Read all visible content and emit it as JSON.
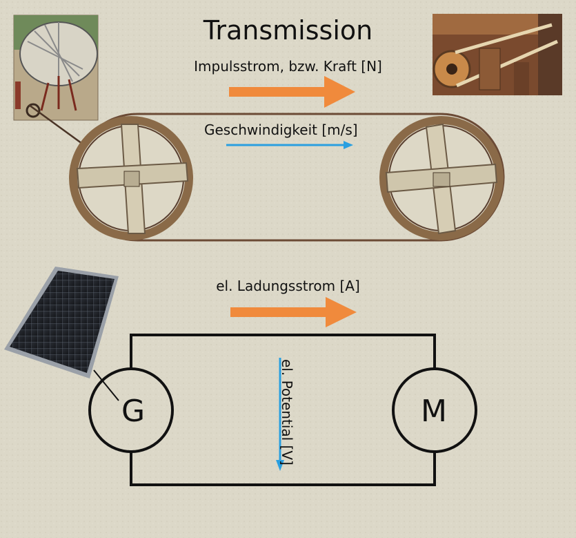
{
  "title": "Transmission",
  "mechanical": {
    "force_label": "Impulsstrom, bzw. Kraft [N]",
    "velocity_label": "Geschwindigkeit [m/s]"
  },
  "electrical": {
    "charge_label": "el. Ladungsstrom [A]",
    "potential_label": "el. Potential [V]",
    "generator_letter": "G",
    "motor_letter": "M"
  },
  "colors": {
    "background": "#dcd8c8",
    "arrow_orange": "#f08a3c",
    "arrow_blue": "#2a9fe0",
    "belt_brown": "#6b4a35",
    "circuit_black": "#111111"
  }
}
